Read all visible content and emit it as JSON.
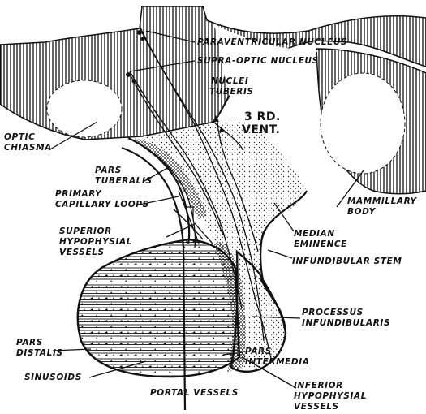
{
  "labels": {
    "paraventricular": "PARAVENTRICULAR NUCLEUS",
    "supraoptic": "SUPRA-OPTIC NUCLEUS",
    "nuclei_tuberis_1": "NUCLEI",
    "nuclei_tuberis_2": "TUBERIS",
    "third_vent_1": "3 RD.",
    "third_vent_2": "VENT.",
    "optic_1": "OPTIC",
    "optic_2": "CHIASMA",
    "pars_tub_1": "PARS",
    "pars_tub_2": "TUBERALIS",
    "primary_1": "PRIMARY",
    "primary_2": "CAPILLARY LOOPS",
    "mammillary_1": "MAMMILLARY",
    "mammillary_2": "BODY",
    "superior_1": "SUPERIOR",
    "superior_2": "HYPOPHYSIAL",
    "superior_3": "VESSELS",
    "median_1": "MEDIAN",
    "median_2": "EMINENCE",
    "infund_stem": "INFUNDIBULAR STEM",
    "processus_1": "PROCESSUS",
    "processus_2": "INFUNDIBULARIS",
    "pars_distalis_1": "PARS",
    "pars_distalis_2": "DISTALIS",
    "pars_int_1": "PARS",
    "pars_int_2": "INTERMEDIA",
    "sinusoids": "SINUSOIDS",
    "portal": "PORTAL VESSELS",
    "inferior_1": "INFERIOR",
    "inferior_2": "HYPOPHYSIAL",
    "inferior_3": "VESSELS"
  }
}
